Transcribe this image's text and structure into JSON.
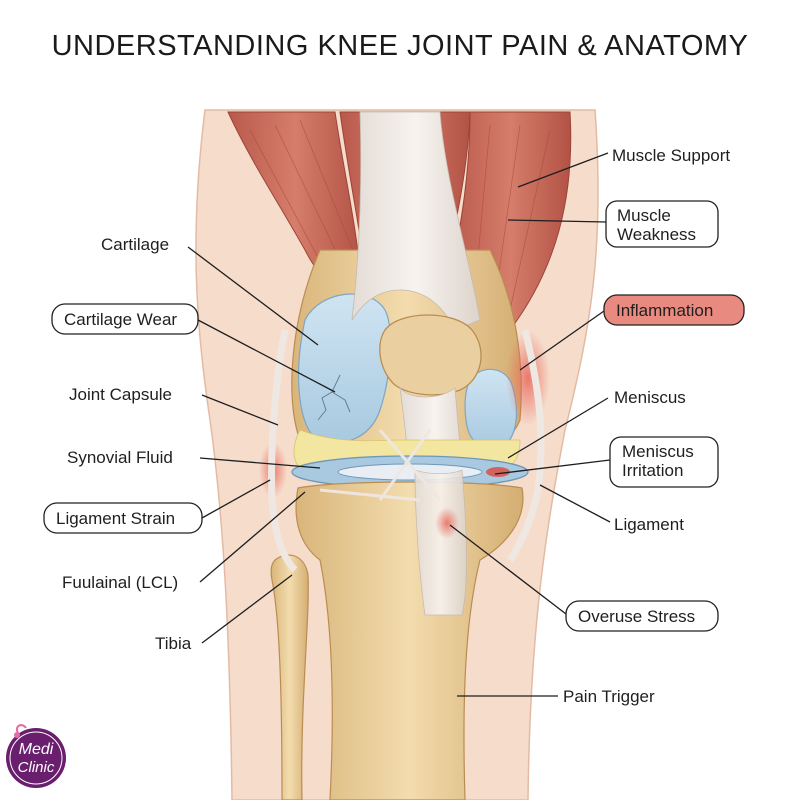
{
  "title": "UNDERSTANDING KNEE JOINT PAIN & ANATOMY",
  "labels": {
    "muscle_support": "Muscle Support",
    "muscle_weakness_1": "Muscle",
    "muscle_weakness_2": "Weakness",
    "inflammation": "Inflammation",
    "meniscus": "Meniscus",
    "meniscus_irritation_1": "Meniscus",
    "meniscus_irritation_2": "Irritation",
    "ligament": "Ligament",
    "overuse_stress": "Overuse Stress",
    "pain_trigger": "Pain Trigger",
    "cartilage": "Cartilage",
    "cartilage_wear": "Cartilage Wear",
    "joint_capsule": "Joint Capsule",
    "synovial_fluid": "Synovial Fluid",
    "ligament_strain": "Ligament Strain",
    "fuulainal_lcl": "Fuulainal (LCL)",
    "tibia": "Tibia"
  },
  "logo": {
    "line1": "Medi",
    "line2": "Clinic",
    "color": "#6a1f6e"
  },
  "colors": {
    "muscle": "#c8685a",
    "bone": "#ecd2a0",
    "cartilage": "#b8d6ea",
    "inflammation": "#e98a80",
    "skin": "#f6dccb"
  }
}
